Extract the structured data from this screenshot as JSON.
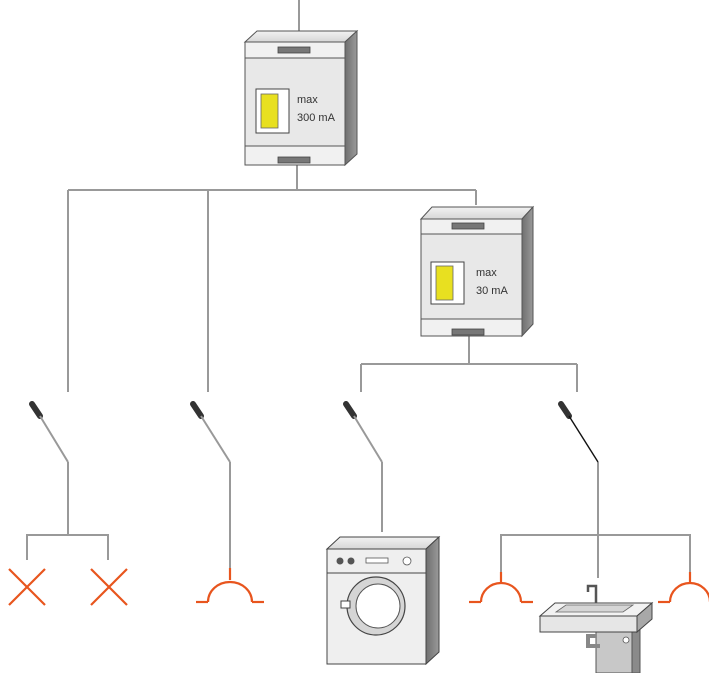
{
  "rcd_main": {
    "line1": "max",
    "line2": "300 mA"
  },
  "rcd_sub": {
    "line1": "max",
    "line2": "30 mA"
  },
  "colors": {
    "wire": "#999999",
    "rcd_test_button": "#e8e020",
    "socket_and_lamp": "#e8551e",
    "device_body": "#e8e8e8"
  },
  "icons": [
    "rcd-device",
    "switch",
    "lamp-symbol",
    "socket-symbol",
    "washing-machine",
    "wash-basin"
  ]
}
